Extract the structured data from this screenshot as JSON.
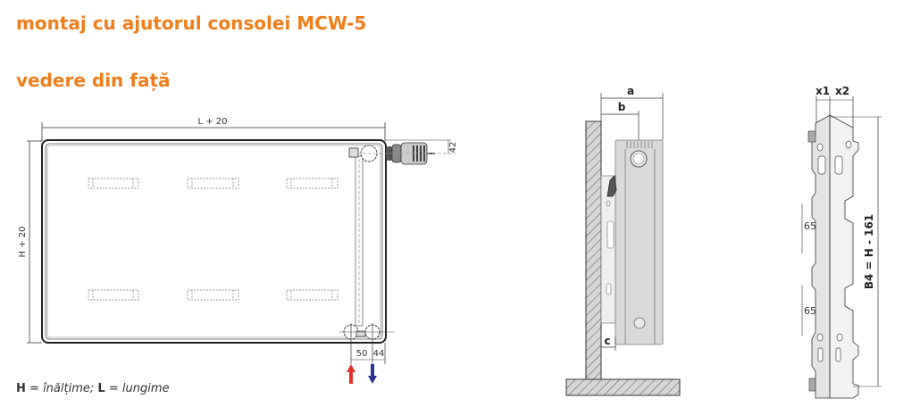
{
  "titles": {
    "mounting": "montaj cu ajutorul consolei MCW-5",
    "front_view": "vedere din față"
  },
  "front_view": {
    "width_dim": "L  + 20",
    "height_dim": "H + 20",
    "valve_offset": "42",
    "connection_spacing": "50",
    "connection_edge": "44",
    "flow_color": "#e8302a",
    "return_color": "#2a3590"
  },
  "legend": {
    "h_key": "H",
    "h_text": "înălțime;",
    "l_key": "L",
    "l_text": "lungime",
    "equals": " = "
  },
  "side_view": {
    "dim_a": "a",
    "dim_b": "b",
    "dim_c": "c"
  },
  "bracket": {
    "dim_x1": "x1",
    "dim_x2": "x2",
    "slot_1": "65",
    "slot_2": "65",
    "height_formula": "B4 = H - 161"
  }
}
